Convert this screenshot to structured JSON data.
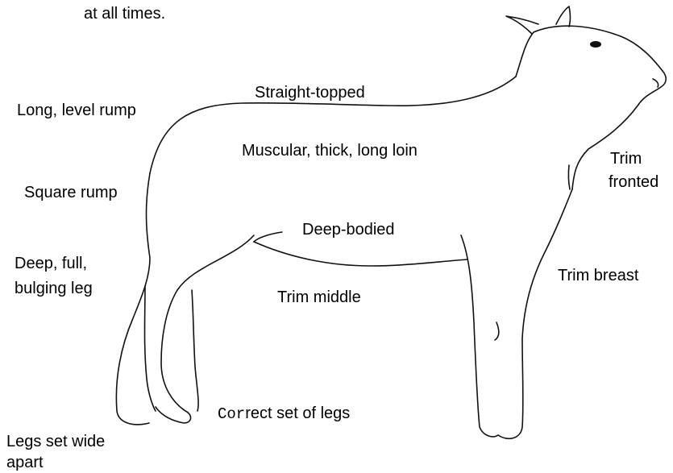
{
  "intro_fragment": "at all times.",
  "labels": {
    "straight_topped": "Straight-topped",
    "long_level_rump": "Long, level rump",
    "muscular_loin": "Muscular, thick, long loin",
    "trim_fronted_line1": "Trim",
    "trim_fronted_line2": "fronted",
    "square_rump": "Square rump",
    "deep_bodied": "Deep-bodied",
    "deep_full_leg_line1": "Deep, full,",
    "deep_full_leg_line2": "bulging leg",
    "trim_breast": "Trim breast",
    "trim_middle": "Trim middle",
    "correct_legs_prefix": "Cor",
    "correct_legs_rest": "rect set of legs",
    "legs_wide_line1": "Legs set wide",
    "legs_wide_line2": "apart"
  }
}
